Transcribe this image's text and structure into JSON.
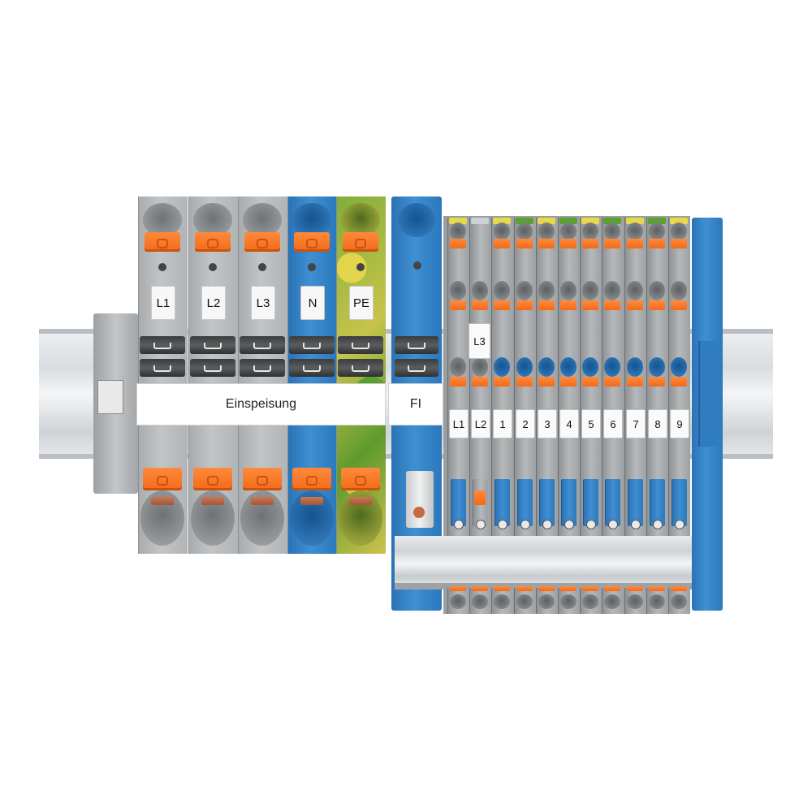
{
  "image": {
    "subject": "din-rail-terminal-block-assembly"
  },
  "feed_terminals": {
    "labels": [
      "L1",
      "L2",
      "L3",
      "N",
      "PE"
    ],
    "strip_label": "Einspeisung"
  },
  "rcd_module": {
    "strip_label": "FI"
  },
  "distribution_block": {
    "side_tag": "L3",
    "labels": [
      "L1",
      "L2",
      "1",
      "2",
      "3",
      "4",
      "5",
      "6",
      "7",
      "8",
      "9"
    ]
  },
  "colors": {
    "gray": "#b5b8ba",
    "blue": "#3a86c8",
    "orange": "#f5731f",
    "pe_green": "#7fae3a",
    "pe_yellow": "#d6c84a"
  }
}
